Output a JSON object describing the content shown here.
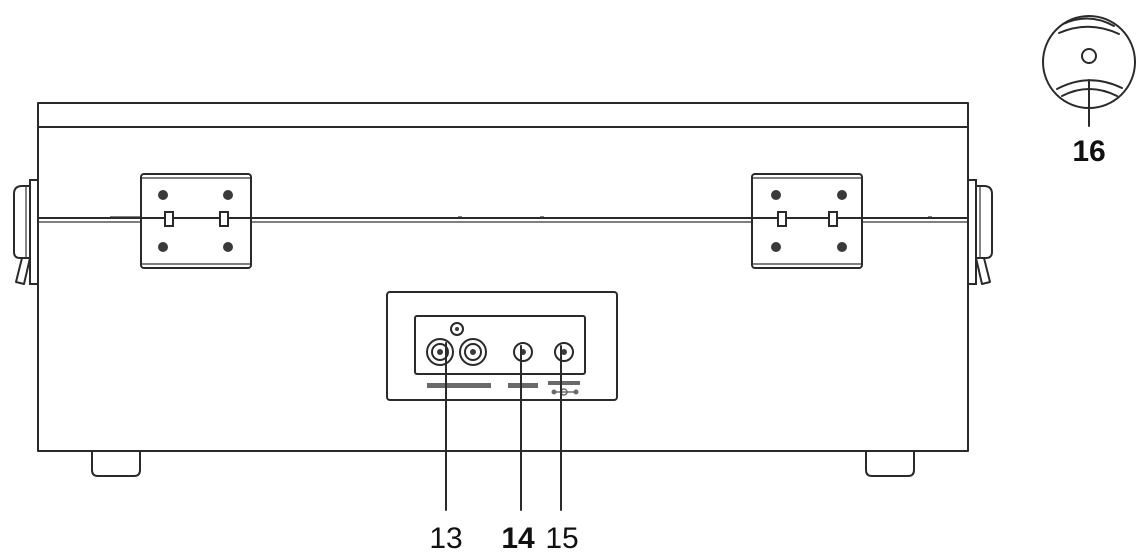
{
  "callouts": {
    "rca_output": "13",
    "aux_in": "14",
    "dc_in": "15",
    "adapter": "16"
  }
}
